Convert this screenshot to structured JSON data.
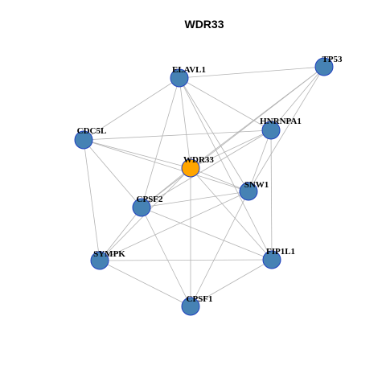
{
  "title": "WDR33",
  "colors": {
    "default_node": "#4682b4",
    "focus_node": "#ffa500",
    "node_border": "#1f3fbf",
    "edge": "#b3b3b3"
  },
  "nodes": [
    {
      "id": "ELAVL1",
      "label": "ELAVL1",
      "focus": false
    },
    {
      "id": "TP53",
      "label": "TP53",
      "focus": false
    },
    {
      "id": "HNRNPA1",
      "label": "HNRNPA1",
      "focus": false
    },
    {
      "id": "CDC5L",
      "label": "CDC5L",
      "focus": false
    },
    {
      "id": "WDR33",
      "label": "WDR33",
      "focus": true
    },
    {
      "id": "SNW1",
      "label": "SNW1",
      "focus": false
    },
    {
      "id": "CPSF2",
      "label": "CPSF2",
      "focus": false
    },
    {
      "id": "SYMPK",
      "label": "SYMPK",
      "focus": false
    },
    {
      "id": "FIP1L1",
      "label": "FIP1L1",
      "focus": false
    },
    {
      "id": "CPSF1",
      "label": "CPSF1",
      "focus": false
    }
  ],
  "edges": [
    [
      "ELAVL1",
      "TP53"
    ],
    [
      "ELAVL1",
      "CDC5L"
    ],
    [
      "ELAVL1",
      "HNRNPA1"
    ],
    [
      "ELAVL1",
      "WDR33"
    ],
    [
      "ELAVL1",
      "SNW1"
    ],
    [
      "ELAVL1",
      "CPSF2"
    ],
    [
      "ELAVL1",
      "FIP1L1"
    ],
    [
      "TP53",
      "HNRNPA1"
    ],
    [
      "TP53",
      "WDR33"
    ],
    [
      "TP53",
      "SNW1"
    ],
    [
      "TP53",
      "CPSF2"
    ],
    [
      "HNRNPA1",
      "CDC5L"
    ],
    [
      "HNRNPA1",
      "WDR33"
    ],
    [
      "HNRNPA1",
      "SNW1"
    ],
    [
      "HNRNPA1",
      "CPSF2"
    ],
    [
      "HNRNPA1",
      "FIP1L1"
    ],
    [
      "CDC5L",
      "WDR33"
    ],
    [
      "CDC5L",
      "SNW1"
    ],
    [
      "CDC5L",
      "CPSF2"
    ],
    [
      "CDC5L",
      "SYMPK"
    ],
    [
      "WDR33",
      "CPSF2"
    ],
    [
      "WDR33",
      "SNW1"
    ],
    [
      "WDR33",
      "SYMPK"
    ],
    [
      "WDR33",
      "FIP1L1"
    ],
    [
      "WDR33",
      "CPSF1"
    ],
    [
      "SNW1",
      "CPSF2"
    ],
    [
      "SNW1",
      "SYMPK"
    ],
    [
      "SNW1",
      "CPSF1"
    ],
    [
      "CPSF2",
      "SYMPK"
    ],
    [
      "CPSF2",
      "FIP1L1"
    ],
    [
      "CPSF2",
      "CPSF1"
    ],
    [
      "SYMPK",
      "FIP1L1"
    ],
    [
      "SYMPK",
      "CPSF1"
    ],
    [
      "FIP1L1",
      "CPSF1"
    ]
  ]
}
